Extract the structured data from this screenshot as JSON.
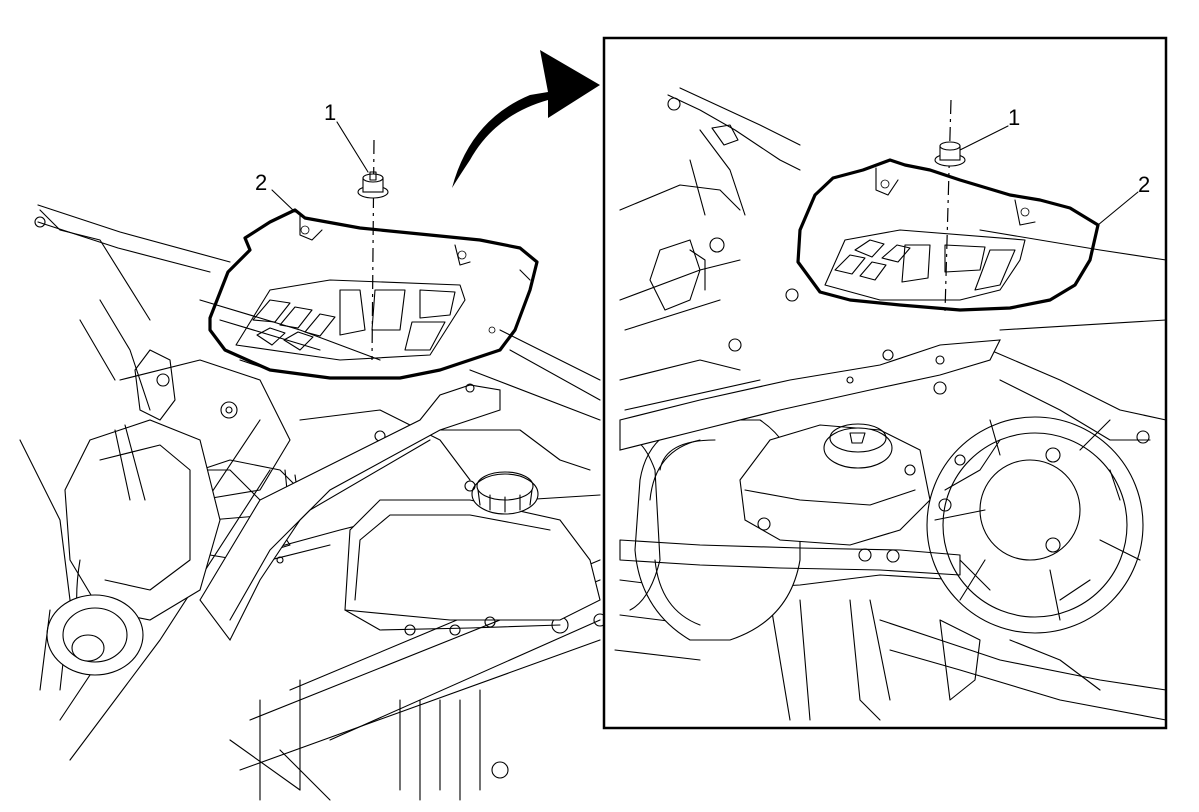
{
  "callouts": {
    "left_fastener": "1",
    "left_panel": "2",
    "right_fastener": "1",
    "right_panel": "2"
  },
  "icons": {
    "arrow": "curved-arrow-icon",
    "fastener": "nut-icon",
    "panel": "cowl-panel-icon"
  }
}
